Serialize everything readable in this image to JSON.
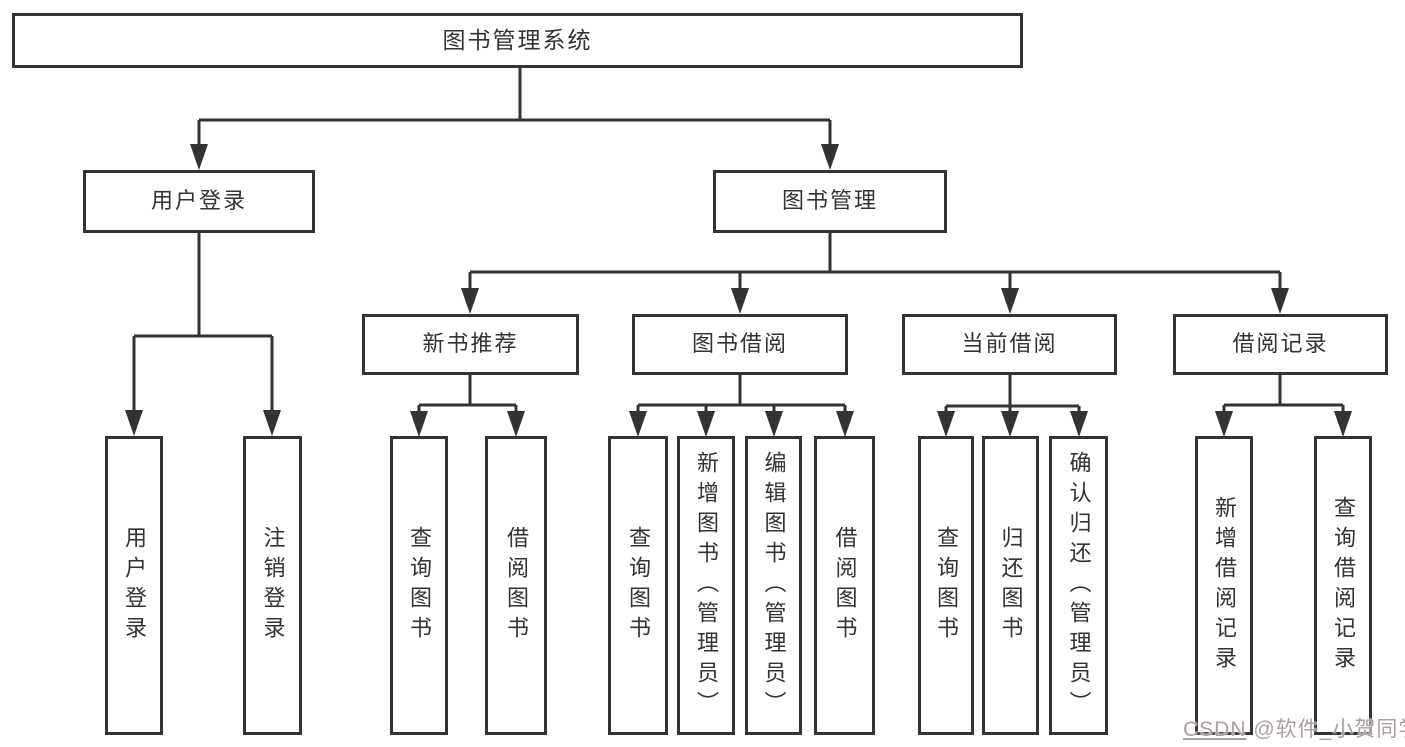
{
  "tree": {
    "label": "图书管理系统",
    "children": [
      {
        "label": "用户登录",
        "children": [
          {
            "label": "用户登录"
          },
          {
            "label": "注销登录"
          }
        ]
      },
      {
        "label": "图书管理",
        "children": [
          {
            "label": "新书推荐",
            "children": [
              {
                "label": "查询图书"
              },
              {
                "label": "借阅图书"
              }
            ]
          },
          {
            "label": "图书借阅",
            "children": [
              {
                "label": "查询图书"
              },
              {
                "label": "新增图书（管理员）"
              },
              {
                "label": "编辑图书（管理员）"
              },
              {
                "label": "借阅图书"
              }
            ]
          },
          {
            "label": "当前借阅",
            "children": [
              {
                "label": "查询图书"
              },
              {
                "label": "归还图书"
              },
              {
                "label": "确认归还（管理员）"
              }
            ]
          },
          {
            "label": "借阅记录",
            "children": [
              {
                "label": "新增借阅记录"
              },
              {
                "label": "查询借阅记录"
              }
            ]
          }
        ]
      }
    ]
  },
  "watermark": {
    "site": "CSDN",
    "handle": "@软件_小贺同学"
  },
  "colors": {
    "line": "#333333",
    "text": "#333333",
    "box_background": "#ffffff",
    "watermark": "#ab9f9f"
  }
}
